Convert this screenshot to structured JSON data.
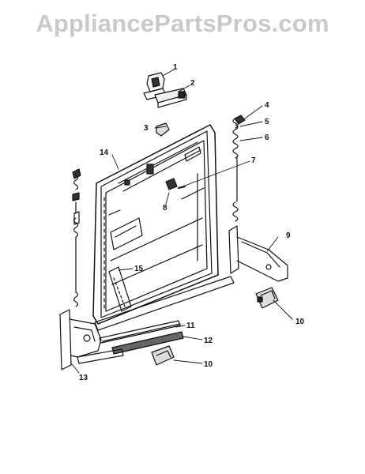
{
  "watermark": "AppliancePartsPros.com",
  "callouts": {
    "c1": "1",
    "c2": "2",
    "c3": "3",
    "c4": "4",
    "c5": "5",
    "c6": "6",
    "c7": "7",
    "c8": "8",
    "c9": "9",
    "c10a": "10",
    "c10b": "10",
    "c11": "11",
    "c12": "12",
    "c13": "13",
    "c14": "14",
    "c15": "15"
  },
  "colors": {
    "ink": "#111111",
    "watermark": "#c9c9c9",
    "background": "#ffffff"
  }
}
